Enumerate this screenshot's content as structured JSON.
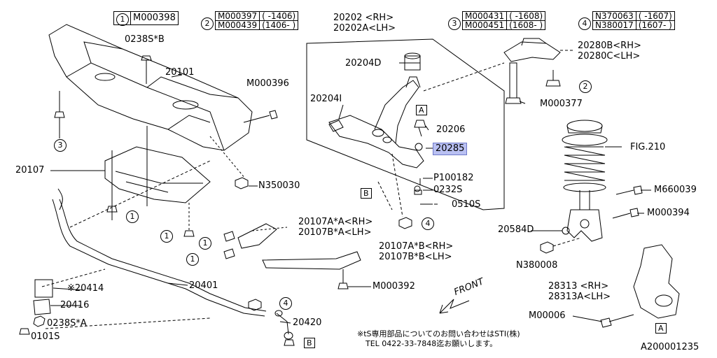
{
  "header": {
    "t1": {
      "no": "1",
      "code": "M000398"
    },
    "t2": {
      "no": "2",
      "rows": [
        {
          "code": "M000397",
          "range": "( -1406)"
        },
        {
          "code": "M000439",
          "range": "(1406- )"
        }
      ]
    },
    "t3": {
      "no": "3",
      "rows": [
        {
          "code": "M000431",
          "range": "( -1608)"
        },
        {
          "code": "M000451",
          "range": "(1608- )"
        }
      ]
    },
    "t4": {
      "no": "4",
      "rows": [
        {
          "code": "N370063",
          "range": "( -1607)"
        },
        {
          "code": "N380017",
          "range": "(1607- )"
        }
      ]
    }
  },
  "labels": {
    "l_0238s_b": "0238S*B",
    "l_20101": "20101",
    "l_m000396": "M000396",
    "l_20107": "20107",
    "l_n350030": "N350030",
    "l_20202_rh": "20202 <RH>",
    "l_20202a_lh": "20202A<LH>",
    "l_20204d": "20204D",
    "l_20204i": "20204I",
    "l_20206": "20206",
    "l_20285": "20285",
    "l_p100182": "P100182",
    "l_0232s": "0232S",
    "l_0510s": "0510S",
    "l_20280b": "20280B<RH>",
    "l_20280c": "20280C<LH>",
    "l_m000377": "M000377",
    "l_fig210": "FIG.210",
    "l_m660039": "M660039",
    "l_m000394": "M000394",
    "l_20584d": "20584D",
    "l_n380008": "N380008",
    "l_20107a_a_rh": "20107A*A<RH>",
    "l_20107b_a_lh": "20107B*A<LH>",
    "l_20107a_b_rh": "20107A*B<RH>",
    "l_20107b_b_lh": "20107B*B<LH>",
    "l_m000392": "M000392",
    "l_20414": "※20414",
    "l_20416": "20416",
    "l_0238s_a": "0238S*A",
    "l_0101s": "0101S",
    "l_20401": "20401",
    "l_20420": "20420",
    "l_28313_rh": "28313 <RH>",
    "l_28313a_lh": "28313A<LH>",
    "l_m00006": "M00006",
    "l_front": "FRONT",
    "l_diagram_id": "A200001235"
  },
  "refs": {
    "one": "1",
    "two": "2",
    "three": "3",
    "four": "4",
    "a": "A",
    "b": "B"
  },
  "notes": {
    "line1": "※tS専用部品についてのお問い合わせはSTI(株)",
    "line2": "TEL 0422-33-7848迄お願いします。"
  }
}
